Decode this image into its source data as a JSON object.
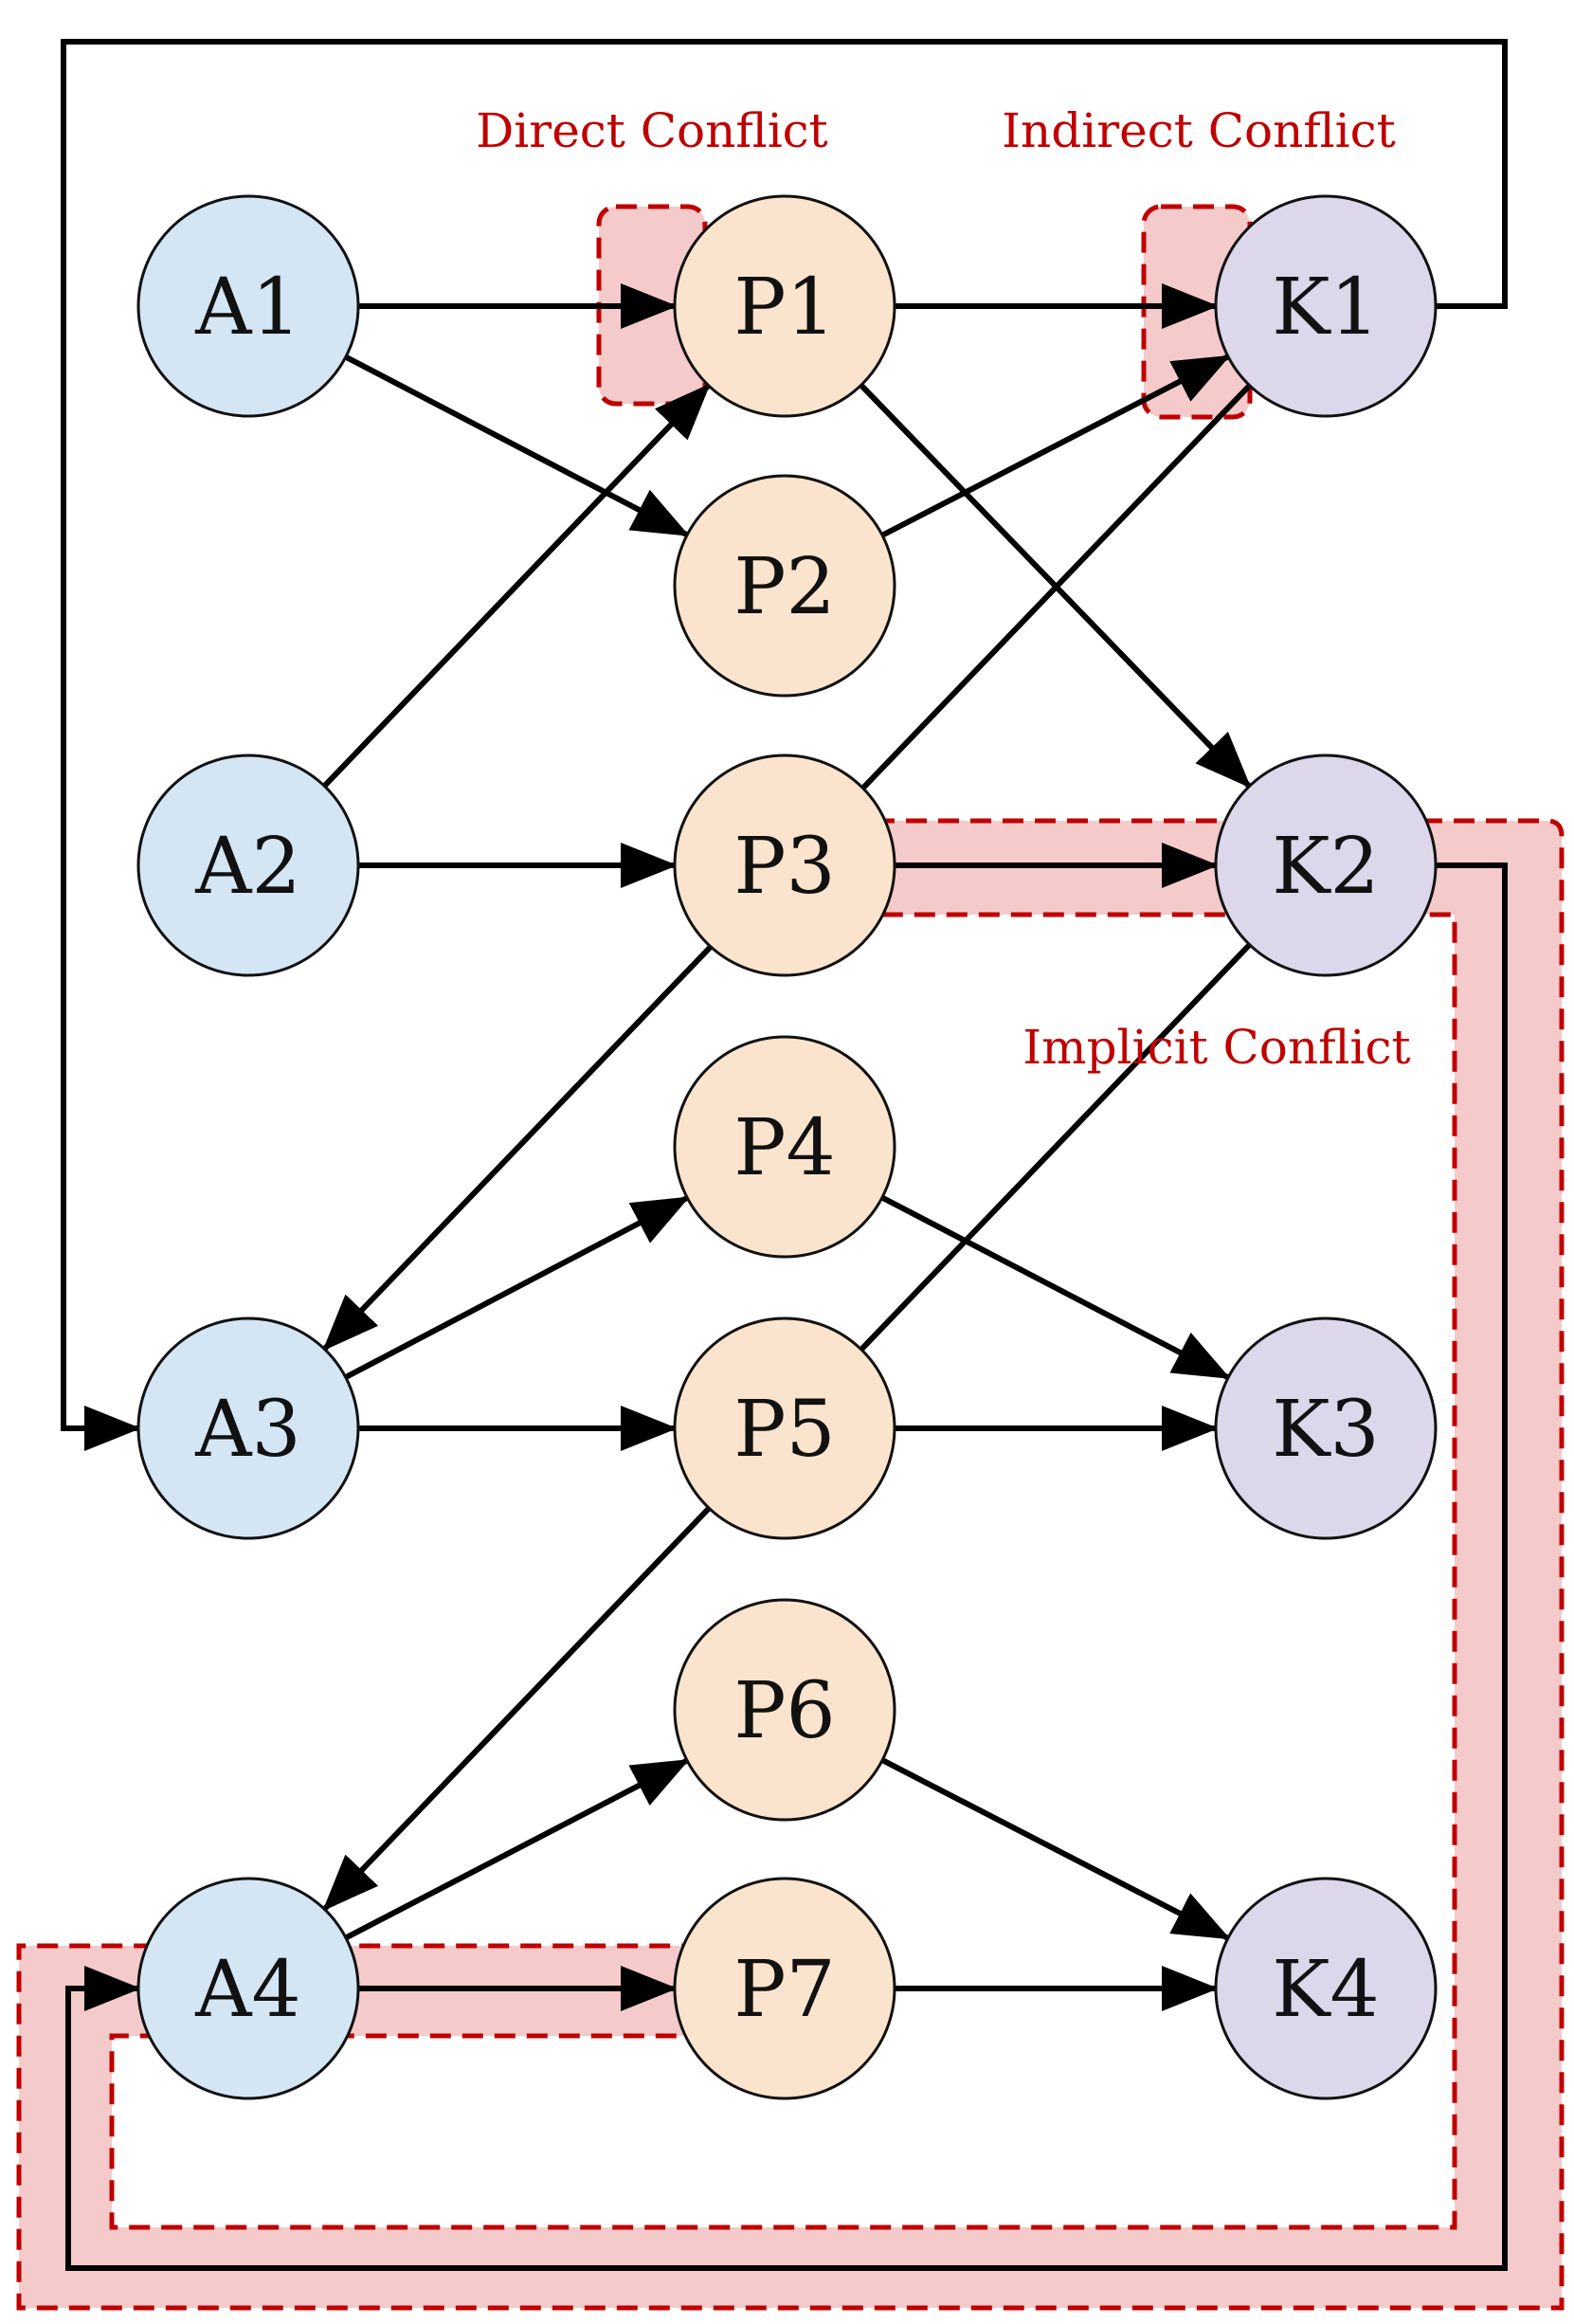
{
  "colors": {
    "agent_fill": "#d4e5f4",
    "policy_fill": "#fbe4cd",
    "knowledge_fill": "#dcd7ea",
    "edge": "#000000",
    "conflict_text": "#c00000",
    "conflict_fill": "#f4caca",
    "conflict_dash": "#c00000"
  },
  "conflict_labels": {
    "direct": "Direct Conflict",
    "indirect": "Indirect Conflict",
    "implicit": "Implicit Conflict"
  },
  "nodes": {
    "A1": {
      "label": "A1",
      "kind": "agent"
    },
    "A2": {
      "label": "A2",
      "kind": "agent"
    },
    "A3": {
      "label": "A3",
      "kind": "agent"
    },
    "A4": {
      "label": "A4",
      "kind": "agent"
    },
    "P1": {
      "label": "P1",
      "kind": "policy"
    },
    "P2": {
      "label": "P2",
      "kind": "policy"
    },
    "P3": {
      "label": "P3",
      "kind": "policy"
    },
    "P4": {
      "label": "P4",
      "kind": "policy"
    },
    "P5": {
      "label": "P5",
      "kind": "policy"
    },
    "P6": {
      "label": "P6",
      "kind": "policy"
    },
    "P7": {
      "label": "P7",
      "kind": "policy"
    },
    "K1": {
      "label": "K1",
      "kind": "knowledge"
    },
    "K2": {
      "label": "K2",
      "kind": "knowledge"
    },
    "K3": {
      "label": "K3",
      "kind": "knowledge"
    },
    "K4": {
      "label": "K4",
      "kind": "knowledge"
    }
  },
  "edges": [
    {
      "from": "A1",
      "to": "P1"
    },
    {
      "from": "A1",
      "to": "P2"
    },
    {
      "from": "A2",
      "to": "P1"
    },
    {
      "from": "A2",
      "to": "P3"
    },
    {
      "from": "P1",
      "to": "K1"
    },
    {
      "from": "P1",
      "to": "K2"
    },
    {
      "from": "P2",
      "to": "K1"
    },
    {
      "from": "P3",
      "to": "K2"
    },
    {
      "from": "A3",
      "to": "P4"
    },
    {
      "from": "A3",
      "to": "P5"
    },
    {
      "from": "P4",
      "to": "K3"
    },
    {
      "from": "P5",
      "to": "K3"
    },
    {
      "from": "A4",
      "to": "P6"
    },
    {
      "from": "A4",
      "to": "P7"
    },
    {
      "from": "P6",
      "to": "K4"
    },
    {
      "from": "P7",
      "to": "K4"
    },
    {
      "from": "K1",
      "to": "A3"
    },
    {
      "from": "K2",
      "to": "A4"
    }
  ]
}
